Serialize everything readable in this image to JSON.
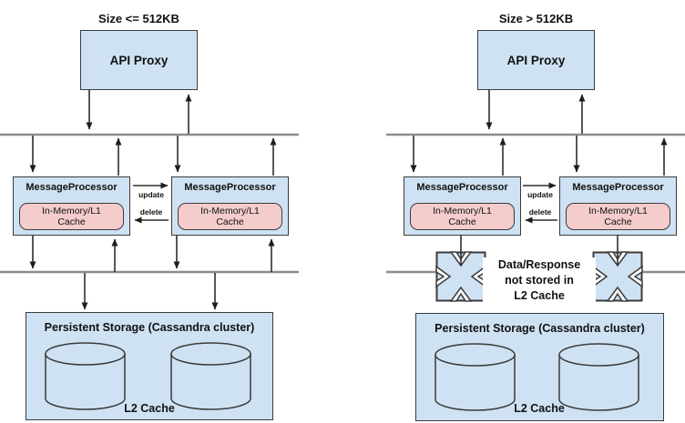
{
  "left_diagram": {
    "title": "Size <= 512KB",
    "api_proxy_label": "API Proxy",
    "processors": [
      {
        "label": "MessageProcessor",
        "cache_label": "In-Memory/L1\nCache"
      },
      {
        "label": "MessageProcessor",
        "cache_label": "In-Memory/L1\nCache"
      }
    ],
    "update_label": "update",
    "delete_label": "delete",
    "storage_title": "Persistent Storage (Cassandra cluster)",
    "l2_cache_label": "L2 Cache"
  },
  "right_diagram": {
    "title": "Size > 512KB",
    "api_proxy_label": "API Proxy",
    "processors": [
      {
        "label": "MessageProcessor",
        "cache_label": "In-Memory/L1\nCache"
      },
      {
        "label": "MessageProcessor",
        "cache_label": "In-Memory/L1\nCache"
      }
    ],
    "update_label": "update",
    "delete_label": "delete",
    "blocked_note": "Data/Response\nnot stored in\nL2 Cache",
    "storage_title": "Persistent Storage (Cassandra cluster)",
    "l2_cache_label": "L2 Cache"
  },
  "colors": {
    "node_fill": "#cfe2f3",
    "cache_fill": "#f4cccc",
    "node_border": "#3b3b3b",
    "bus_line": "#8c8c8c",
    "arrow": "#1d1d1d"
  }
}
